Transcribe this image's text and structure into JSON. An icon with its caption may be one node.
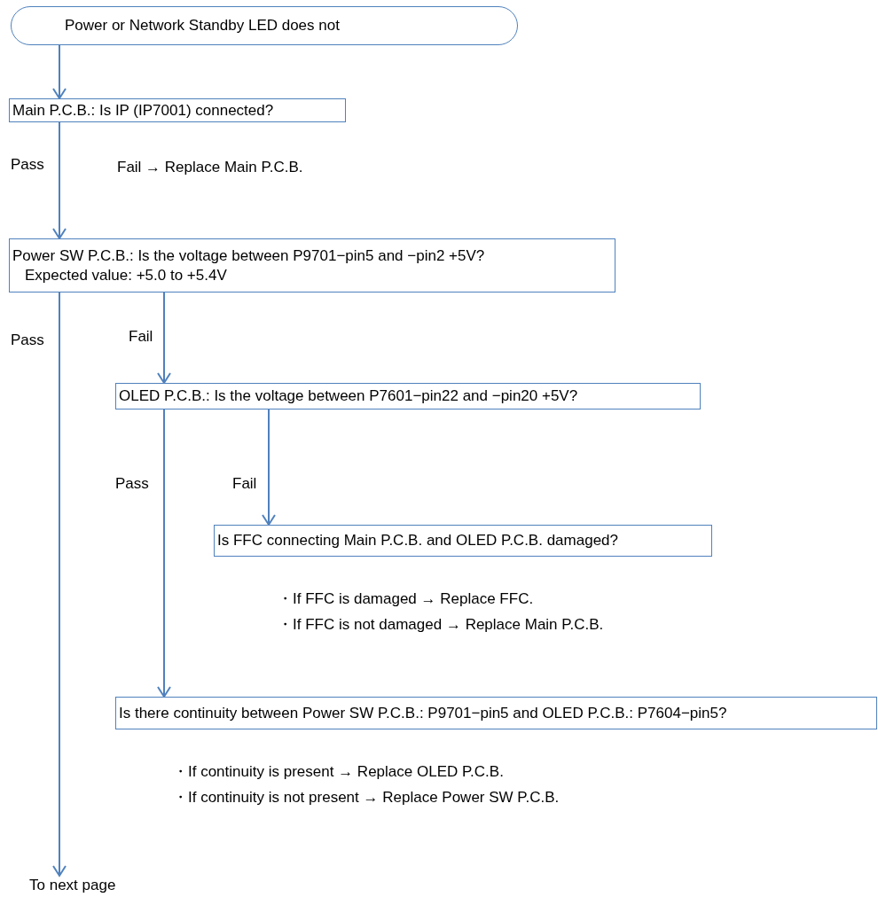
{
  "diagram": {
    "nodes": [
      {
        "text": [
          "Power or Network Standby LED does not"
        ]
      },
      {
        "text": [
          "Main P.C.B.: Is IP (IP7001) connected?"
        ]
      },
      {
        "text": [
          "Power SW P.C.B.: Is the voltage between P9701−pin5 and −pin2 +5V?",
          "Expected value: +5.0 to +5.4V"
        ]
      },
      {
        "text": [
          "OLED P.C.B.: Is the voltage between P7601−pin22 and −pin20 +5V?"
        ]
      },
      {
        "text": [
          "Is FFC connecting Main P.C.B. and OLED P.C.B. damaged?"
        ]
      },
      {
        "text": [
          "Is there continuity between Power SW P.C.B.: P9701−pin5 and OLED P.C.B.: P7604−pin5?"
        ]
      },
      {
        "text": [
          "To next page"
        ]
      }
    ],
    "edges": [
      {
        "from": 0,
        "to": 1,
        "arrow": "to"
      },
      {
        "from": 1,
        "to": 2,
        "arrow": "to",
        "label": "Pass"
      },
      {
        "from": 2,
        "to": 6,
        "arrow": "to",
        "label": "Pass"
      },
      {
        "from": 2,
        "to": 3,
        "arrow": "to",
        "label": "Fail"
      },
      {
        "from": 3,
        "to": 5,
        "arrow": "to",
        "label": "Pass"
      },
      {
        "from": 3,
        "to": 4,
        "arrow": "to",
        "label": "Fail"
      }
    ],
    "labels": [
      "Fail → Replace Main P.C.B.",
      "・If FFC is damaged → Replace FFC.",
      "・If FFC is not damaged → Replace Main P.C.B.",
      "・If continuity is present → Replace OLED P.C.B.",
      "・If continuity is not present → Replace Power SW P.C.B."
    ]
  }
}
